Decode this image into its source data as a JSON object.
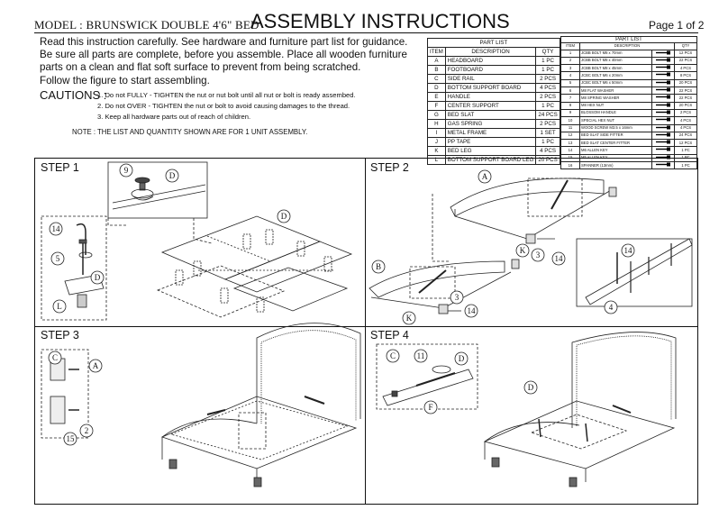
{
  "header": {
    "model": "MODEL : BRUNSWICK DOUBLE 4'6\" BED",
    "title": "ASSEMBLY INSTRUCTIONS",
    "page": "Page 1 of 2"
  },
  "intro": {
    "line1": "Read this instruction carefully. See hardware and furniture part list for guidance.",
    "line2": "Be sure all parts are complete, before you assemble. Place all wooden furniture",
    "line3": "parts on a clean and flat soft surface to prevent from being scratched.",
    "line4": "Follow the figure to start assembling."
  },
  "cautions": {
    "label": "CAUTIONS :",
    "items": [
      "1. Do not FULLY - TIGHTEN the nut or nut bolt until all nut or bolt is ready assembed.",
      "2. Do not OVER - TIGHTEN the nut or bolt to avoid causing damages to the thread.",
      "3. Keep all hardware parts out of reach of children."
    ]
  },
  "note": "NOTE : THE LIST AND QUANTITY SHOWN ARE FOR 1 UNIT ASSEMBLY.",
  "furniture_list": {
    "title": "PART LIST",
    "headers": [
      "ITEM",
      "DESCRIPTION",
      "QTY"
    ],
    "rows": [
      [
        "A",
        "HEADBOARD",
        "1 PC"
      ],
      [
        "B",
        "FOOTBOARD",
        "1 PC"
      ],
      [
        "C",
        "SIDE RAIL",
        "2 PCS"
      ],
      [
        "D",
        "BOTTOM SUPPORT BOARD",
        "4 PCS"
      ],
      [
        "E",
        "HANDLE",
        "2 PCS"
      ],
      [
        "F",
        "CENTER SUPPORT",
        "1 PC"
      ],
      [
        "G",
        "BED SLAT",
        "24 PCS"
      ],
      [
        "H",
        "GAS SPRING",
        "2 PCS"
      ],
      [
        "I",
        "METAL FRAME",
        "1 SET"
      ],
      [
        "J",
        "PP TAPE",
        "1 PC"
      ],
      [
        "K",
        "BED LEG",
        "4 PCS"
      ],
      [
        "L",
        "BOTTOM SUPPORT BOARD LEG",
        "20 PCS"
      ]
    ]
  },
  "hardware_list": {
    "title": "PART LIST",
    "headers": [
      "ITEM",
      "DESCRIPTION",
      "QTY"
    ],
    "rows": [
      [
        "1",
        "JCBB BOLT M8 x 70mm",
        "12 PCS"
      ],
      [
        "2",
        "JCBB BOLT M8 x 40mm",
        "22 PCS"
      ],
      [
        "3",
        "JCBB BOLT M8 x 45mm",
        "4 PCS"
      ],
      [
        "4",
        "JCBC BOLT M6 x 20mm",
        "8 PCS"
      ],
      [
        "5",
        "JCBC BOLT M6 x 50mm",
        "20 PCS"
      ],
      [
        "6",
        "M8 FLAT WASHER",
        "22 PCS"
      ],
      [
        "7",
        "M8 SPRING WASHER",
        "22 PCS"
      ],
      [
        "8",
        "M8 HEX NUT",
        "20 PCS"
      ],
      [
        "9",
        "BLOSSOM HANDLE",
        "2 PCS"
      ],
      [
        "10",
        "SPECIAL HEX NUT",
        "4 PCS"
      ],
      [
        "11",
        "WOOD SCREW M3.5 x 16mm",
        "4 PCS"
      ],
      [
        "12",
        "BED SLAT SIDE FITTER",
        "24 PCS"
      ],
      [
        "13",
        "BED SLAT CENTER FITTER",
        "12 PCS"
      ],
      [
        "14",
        "M6 ALLEN KEY",
        "1 PC"
      ],
      [
        "15",
        "M5 ALLEN KEY",
        "1 PC"
      ],
      [
        "16",
        "SPANNER (13mm)",
        "1 PC"
      ]
    ]
  },
  "steps": {
    "s1": {
      "title": "STEP 1",
      "labels": [
        "9",
        "D",
        "D",
        "14",
        "5",
        "D",
        "L"
      ]
    },
    "s2": {
      "title": "STEP 2",
      "labels": [
        "A",
        "K",
        "3",
        "14",
        "B",
        "3",
        "K",
        "14",
        "14",
        "4"
      ]
    },
    "s3": {
      "title": "STEP 3",
      "labels": [
        "C",
        "A",
        "2",
        "15"
      ]
    },
    "s4": {
      "title": "STEP 4",
      "labels": [
        "C",
        "11",
        "D",
        "F",
        "D"
      ]
    }
  }
}
